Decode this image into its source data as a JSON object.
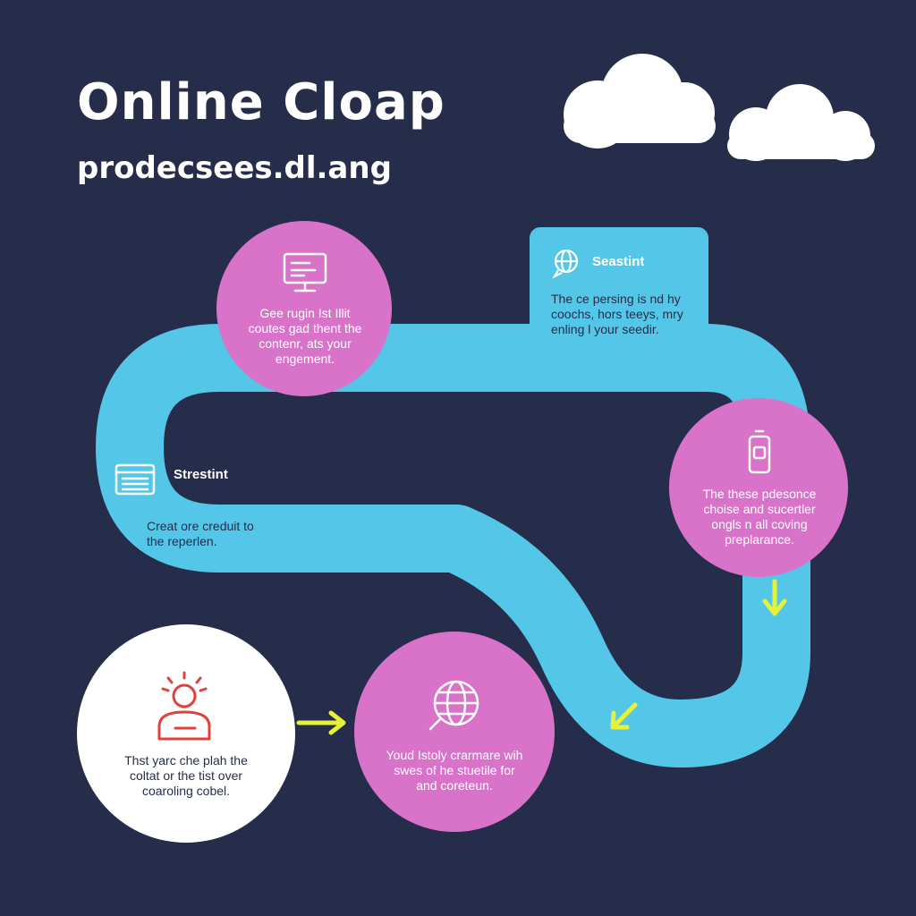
{
  "header": {
    "title": "Online Cloap",
    "subtitle": "prodecsees.dl.ang"
  },
  "steps": [
    {
      "id": "step-screen",
      "icon": "monitor-icon",
      "text": "Gee rugin Ist Illit coutes gad thent the contenr, ats your engement."
    },
    {
      "id": "step-box",
      "icon": "globe-chat-icon",
      "heading": "Seastint",
      "text": "The ce persing is nd hy coochs, hors teeys, mry enling l your seedir."
    },
    {
      "id": "step-device",
      "icon": "phone-icon",
      "text": "The these pdesonce choise and sucertler ongls n all coving preplarance."
    },
    {
      "id": "step-path",
      "icon": "document-icon",
      "heading": "Strestint",
      "text": "Creat ore creduit to the reperlen."
    },
    {
      "id": "step-globe",
      "icon": "globe-search-icon",
      "text": "Youd Istoly crarmare wih swes of he stuetile for and coreteun."
    },
    {
      "id": "step-person",
      "icon": "person-idea-icon",
      "text": "Thst yarc che plah the coltat or the tist over coaroling cobel."
    }
  ],
  "colors": {
    "background": "#262d4a",
    "path": "#54c6e8",
    "pink": "#d873c9",
    "white": "#ffffff",
    "arrow": "#e6f23a",
    "accent_red": "#e2403b"
  }
}
